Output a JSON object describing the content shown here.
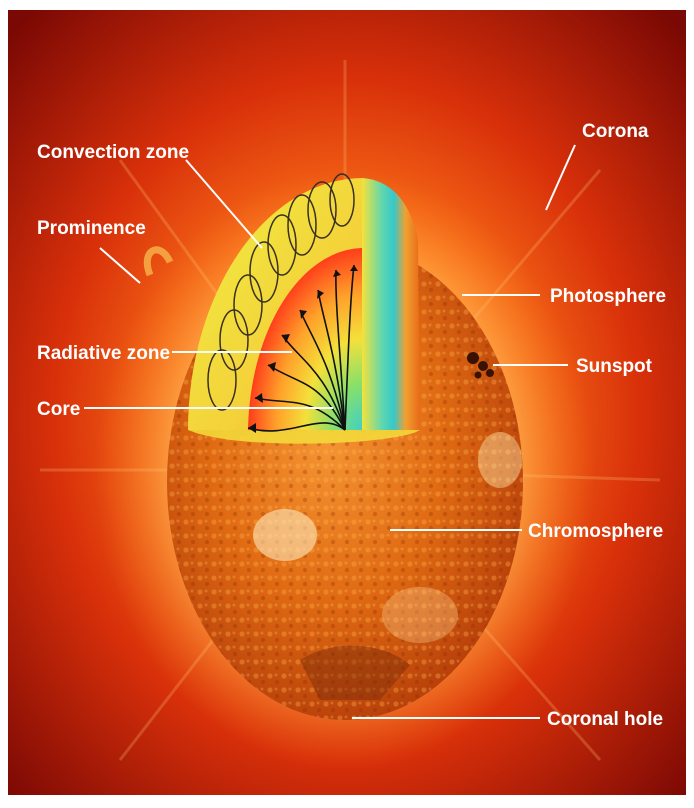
{
  "labels": {
    "convection_zone": "Convection zone",
    "corona": "Corona",
    "prominence": "Prominence",
    "photosphere": "Photosphere",
    "radiative_zone": "Radiative zone",
    "sunspot": "Sunspot",
    "core": "Core",
    "chromosphere": "Chromosphere",
    "coronal_hole": "Coronal hole"
  },
  "colors": {
    "background_inner": "#ff7a1a",
    "background_outer": "#8a0a04",
    "sun_surface": "#e06a12",
    "convection_yellow": "#f3e23a",
    "radiative_red": "#ff3c1a",
    "core_cyan": "#36d0c8",
    "arrow": "#111111",
    "label": "#ffffff"
  }
}
